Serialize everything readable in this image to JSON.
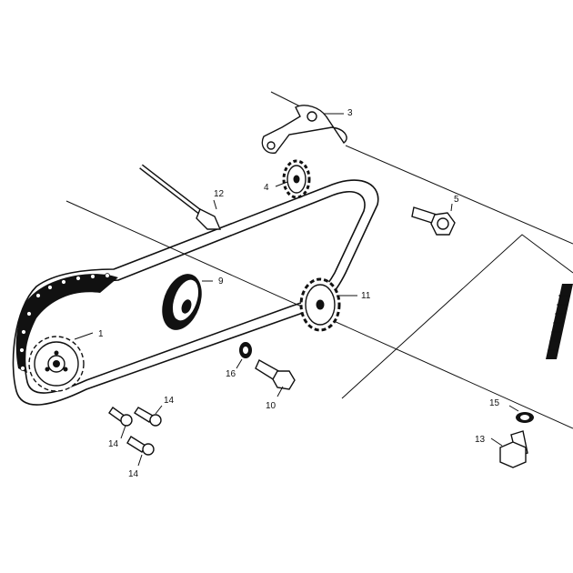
{
  "callouts": {
    "p1": "1",
    "p3": "3",
    "p4": "4",
    "p5": "5",
    "p9": "9",
    "p10": "10",
    "p11": "11",
    "p12": "12",
    "p13": "13",
    "p14a": "14",
    "p14b": "14",
    "p14c": "14",
    "p15": "15",
    "p16": "16"
  }
}
